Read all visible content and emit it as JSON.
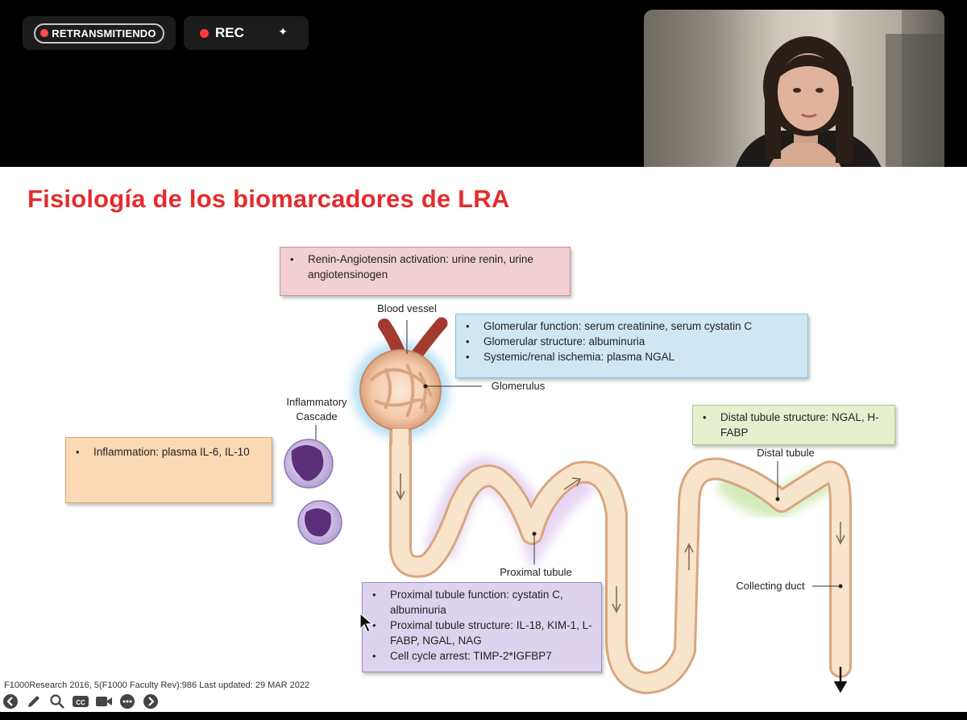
{
  "topbar": {
    "live_label": "RETRANSMITIENDO",
    "rec_label": "REC",
    "sparkle_icon": "sparkle-icon",
    "accent_red": "#ff3a3a"
  },
  "webcam": {
    "label": "presenter-video"
  },
  "slide": {
    "title": "Fisiología de los biomarcadores de LRA",
    "title_color": "#e32d2d",
    "citation": "F1000Research 2016, 5(F1000 Faculty Rev):986 Last updated: 29 MAR 2022",
    "labels": {
      "blood_vessel": "Blood vessel",
      "glomerulus": "Glomerulus",
      "inflammatory_line1": "Inflammatory",
      "inflammatory_line2": "Cascade",
      "distal_tubule": "Distal tubule",
      "proximal_tubule": "Proximal tubule",
      "collecting_duct": "Collecting duct"
    },
    "boxes": {
      "raas": {
        "color": "#f1cfd3",
        "items": [
          "Renin-Angiotensin activation: urine renin, urine angiotensinogen"
        ]
      },
      "glomerular": {
        "color": "#cfe7f5",
        "items": [
          "Glomerular function: serum creatinine, serum cystatin C",
          "Glomerular structure: albuminuria",
          "Systemic/renal ischemia: plasma NGAL"
        ]
      },
      "inflammation": {
        "color": "#fbd9b4",
        "items": [
          "Inflammation: plasma IL-6, IL-10"
        ]
      },
      "distal": {
        "color": "#e6f0cf",
        "items": [
          "Distal tubule structure: NGAL, H-FABP"
        ]
      },
      "proximal": {
        "color": "#ddd3ee",
        "items": [
          "Proximal tubule function: cystatin C, albuminuria",
          "Proximal tubule structure: IL-18, KIM-1, L-FABP, NGAL, NAG",
          "Cell cycle arrest: TIMP-2*IGFBP7"
        ]
      }
    }
  },
  "toolbar": {
    "icons": [
      "back-icon",
      "pen-icon",
      "zoom-icon",
      "captions-icon",
      "camera-icon",
      "more-icon",
      "forward-icon"
    ]
  }
}
